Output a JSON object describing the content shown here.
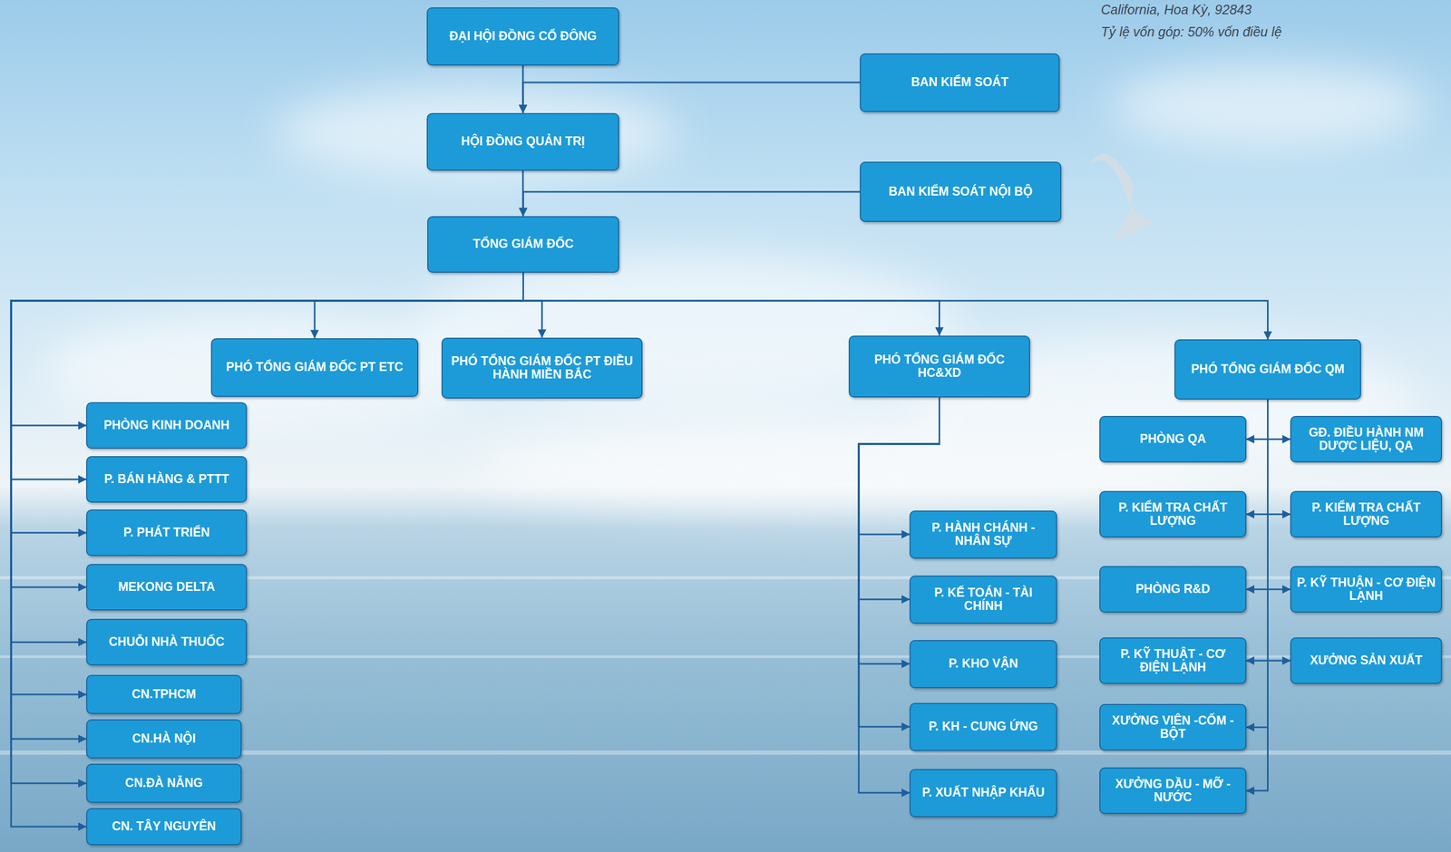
{
  "diagram": {
    "nodes": [
      {
        "text": [
          "ĐẠI HỘI ĐỒNG CỔ ĐÔNG"
        ]
      },
      {
        "text": [
          "BAN KIỂM SOÁT"
        ]
      },
      {
        "text": [
          "HỘI ĐỒNG QUẢN TRỊ"
        ]
      },
      {
        "text": [
          "BAN KIỂM SOÁT NỘI BỘ"
        ]
      },
      {
        "text": [
          "TỔNG GIÁM ĐỐC"
        ]
      },
      {
        "text": [
          "PHÓ TỔNG GIÁM ĐỐC PT ETC"
        ]
      },
      {
        "text": [
          "PHÓ TỔNG GIÁM ĐỐC PT ĐIỀU HÀNH MIỀN BẮC"
        ]
      },
      {
        "text": [
          "PHÓ TỔNG GIÁM ĐỐC HC&XD"
        ]
      },
      {
        "text": [
          "PHÓ TỔNG GIÁM ĐỐC QM"
        ]
      },
      {
        "text": [
          "PHÒNG KINH DOANH"
        ]
      },
      {
        "text": [
          "P. BÁN HÀNG & PTTT"
        ]
      },
      {
        "text": [
          "P. PHÁT TRIỂN"
        ]
      },
      {
        "text": [
          "MEKONG DELTA"
        ]
      },
      {
        "text": [
          "CHUỖI NHÀ THUỐC"
        ]
      },
      {
        "text": [
          "CN.TPHCM"
        ]
      },
      {
        "text": [
          "CN.HÀ NỘI"
        ]
      },
      {
        "text": [
          "CN.ĐÀ NẴNG"
        ]
      },
      {
        "text": [
          "CN. TÂY NGUYÊN"
        ]
      },
      {
        "text": [
          "P. HÀNH CHÁNH - NHÂN SỰ"
        ]
      },
      {
        "text": [
          "P. KẾ TOÁN - TÀI CHÍNH"
        ]
      },
      {
        "text": [
          "P. KHO VẬN"
        ]
      },
      {
        "text": [
          "P. KH - CUNG ỨNG"
        ]
      },
      {
        "text": [
          "P. XUẤT NHẬP KHẨU"
        ]
      },
      {
        "text": [
          "PHÒNG QA"
        ]
      },
      {
        "text": [
          "GĐ. ĐIỀU HÀNH NM DƯỢC LIỆU, QA"
        ]
      },
      {
        "text": [
          "P. KIỂM TRA CHẤT LƯỢNG"
        ]
      },
      {
        "text": [
          "P. KIỂM TRA CHẤT LƯỢNG"
        ]
      },
      {
        "text": [
          "PHÒNG R&D"
        ]
      },
      {
        "text": [
          "P. KỸ THUẬN - CƠ ĐIỆN LẠNH"
        ]
      },
      {
        "text": [
          "P. KỸ THUẬT - CƠ ĐIỆN LẠNH"
        ]
      },
      {
        "text": [
          "XƯỞNG SẢN XUẤT"
        ]
      },
      {
        "text": [
          "XƯỞNG VIÊN -CỐM - BỘT"
        ]
      },
      {
        "text": [
          "XƯỞNG DẦU - MỠ - NƯỚC"
        ]
      }
    ],
    "edges": [
      {
        "from": 0,
        "to": 2,
        "arrow": "to"
      },
      {
        "from": 1,
        "to": 2,
        "arrow": "to"
      },
      {
        "from": 2,
        "to": 4,
        "arrow": "to"
      },
      {
        "from": 3,
        "to": 4,
        "arrow": "to"
      },
      {
        "from": 4,
        "to": 5,
        "arrow": "to"
      },
      {
        "from": 4,
        "to": 6,
        "arrow": "to"
      },
      {
        "from": 4,
        "to": 7,
        "arrow": "to"
      },
      {
        "from": 4,
        "to": 8,
        "arrow": "to"
      },
      {
        "from": 4,
        "to": 9,
        "arrow": "to"
      },
      {
        "from": 4,
        "to": 10,
        "arrow": "to"
      },
      {
        "from": 4,
        "to": 11,
        "arrow": "to"
      },
      {
        "from": 4,
        "to": 12,
        "arrow": "to"
      },
      {
        "from": 4,
        "to": 13,
        "arrow": "to"
      },
      {
        "from": 4,
        "to": 14,
        "arrow": "to"
      },
      {
        "from": 4,
        "to": 15,
        "arrow": "to"
      },
      {
        "from": 4,
        "to": 16,
        "arrow": "to"
      },
      {
        "from": 4,
        "to": 17,
        "arrow": "to"
      },
      {
        "from": 7,
        "to": 18,
        "arrow": "to"
      },
      {
        "from": 7,
        "to": 19,
        "arrow": "to"
      },
      {
        "from": 7,
        "to": 20,
        "arrow": "to"
      },
      {
        "from": 7,
        "to": 21,
        "arrow": "to"
      },
      {
        "from": 7,
        "to": 22,
        "arrow": "to"
      },
      {
        "from": 23,
        "to": 24,
        "arrow": "both"
      },
      {
        "from": 25,
        "to": 26,
        "arrow": "both"
      },
      {
        "from": 27,
        "to": 28,
        "arrow": "both"
      },
      {
        "from": 29,
        "to": 30,
        "arrow": "both"
      },
      {
        "from": 8,
        "to": 31,
        "arrow": "to"
      },
      {
        "from": 8,
        "to": 32,
        "arrow": "to"
      }
    ],
    "labels": [
      "California, Hoa Kỳ, 92843",
      "Tỷ lệ vốn góp: 50% vốn điều lệ"
    ]
  }
}
